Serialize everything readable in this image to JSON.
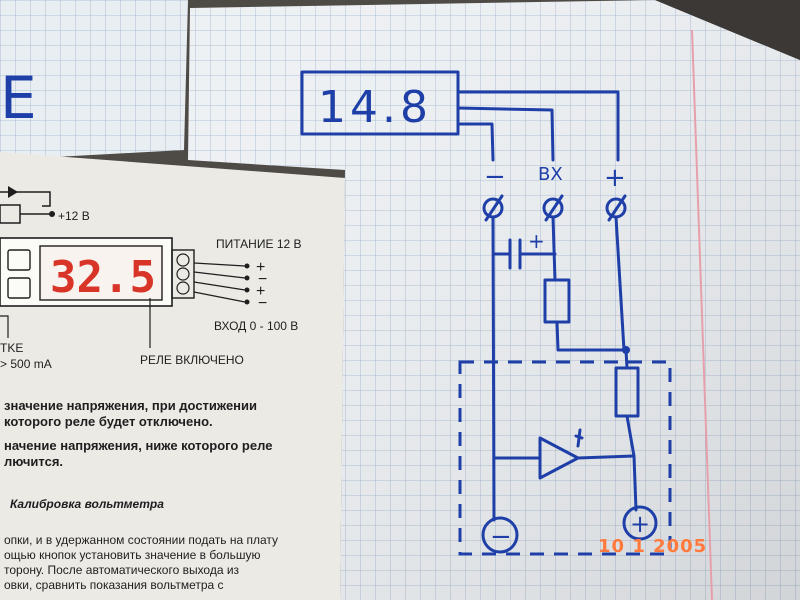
{
  "notebook": {
    "display_reading": "14.8",
    "corner_letter": "E",
    "terminal_minus": "−",
    "terminal_input": "BX",
    "terminal_plus": "+",
    "capacitor_plus": "+",
    "bottom_minus": "−",
    "bottom_plus": "+"
  },
  "leaflet": {
    "supply_voltage_label": "+12 В",
    "led_reading": "32.5",
    "power_label": "ПИТАНИЕ 12 В",
    "input_label": "ВХОД  0 - 100 В",
    "relay_label": "РЕЛЕ ВКЛЮЧЕНО",
    "tke_label": "TKE",
    "current_label": "> 500 mA",
    "pin_signs": [
      "+",
      "−",
      "+",
      "−"
    ],
    "text_lines": [
      "значение напряжения, при достижении",
      "которого реле будет отключено.",
      "начение напряжения, ниже которого реле",
      "лючится."
    ],
    "section_title": "Калибровка вольтметра",
    "body_lines": [
      "опки, и в удержанном состоянии подать на плату",
      "ощью кнопок установить значение в большую",
      "торону. После автоматического выхода из",
      "овки, сравнить показания вольтметра с"
    ]
  },
  "date_stamp": "10  1 2005",
  "colors": {
    "ink": "#1f3fa8",
    "led": "#d83428",
    "stamp": "#ff7a3c"
  }
}
